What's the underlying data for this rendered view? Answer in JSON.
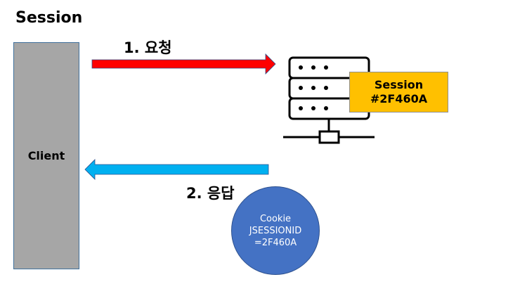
{
  "title": "Session",
  "client": {
    "label": "Client"
  },
  "request": {
    "label": "1. 요청",
    "arrow_color": "#FF0000",
    "direction": "client-to-server"
  },
  "response": {
    "label": "2. 응답",
    "arrow_color": "#00B0F0",
    "direction": "server-to-client"
  },
  "server": {
    "icon": "server-icon",
    "session_box": {
      "line1": "Session",
      "line2": "#2F460A",
      "color": "#FFC000"
    }
  },
  "cookie": {
    "line1": "Cookie",
    "line2": "JSESSIONID",
    "line3": "=2F460A",
    "color": "#4472C4"
  }
}
